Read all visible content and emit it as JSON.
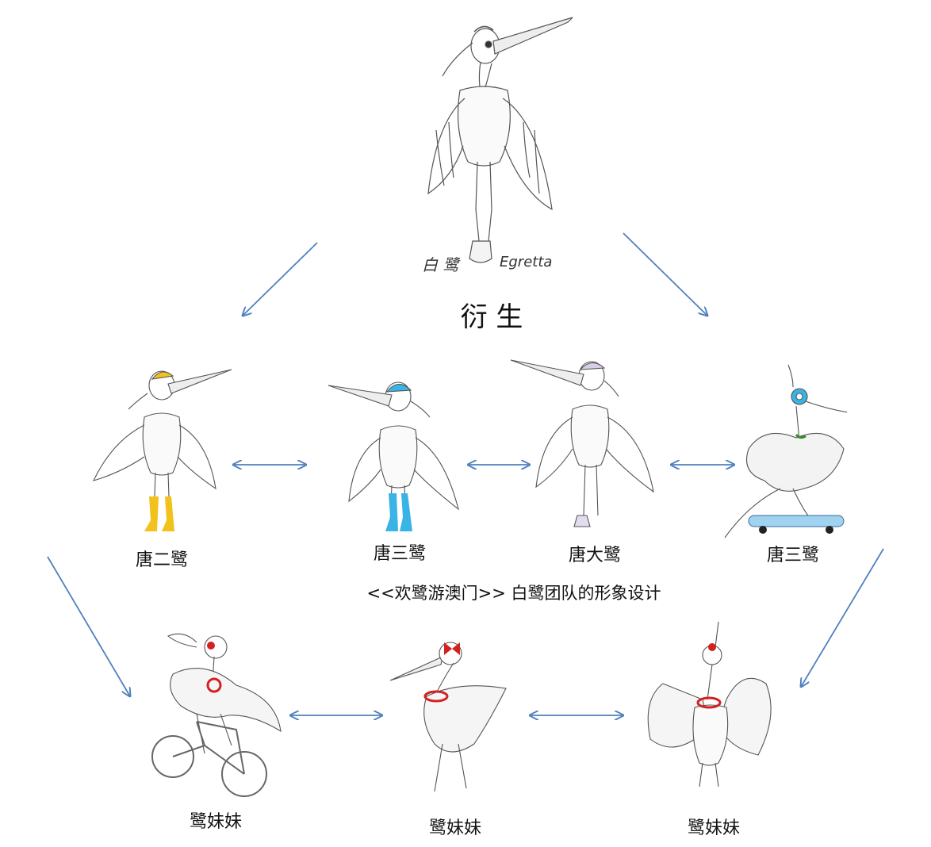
{
  "top": {
    "signature_cn": "白 鹭",
    "signature_latin": "Egretta",
    "derive_label": "衍 生"
  },
  "row1": [
    {
      "label": "唐二鹭",
      "cap_color": "#f2c21c"
    },
    {
      "label": "唐三鹭",
      "cap_color": "#3ab4e6"
    },
    {
      "label": "唐大鹭",
      "cap_color": "#b9a6d9"
    },
    {
      "label": "唐三鹭",
      "cap_color": "#3ab4e6"
    }
  ],
  "subtitle": "<<欢鹭游澳门>>  白鹭团队的形象设计",
  "row2": [
    {
      "label": "鹭妹妹"
    },
    {
      "label": "鹭妹妹"
    },
    {
      "label": "鹭妹妹"
    }
  ],
  "colors": {
    "arrow": "#4f81bd",
    "bow": "#d42020",
    "line": "#555555"
  }
}
